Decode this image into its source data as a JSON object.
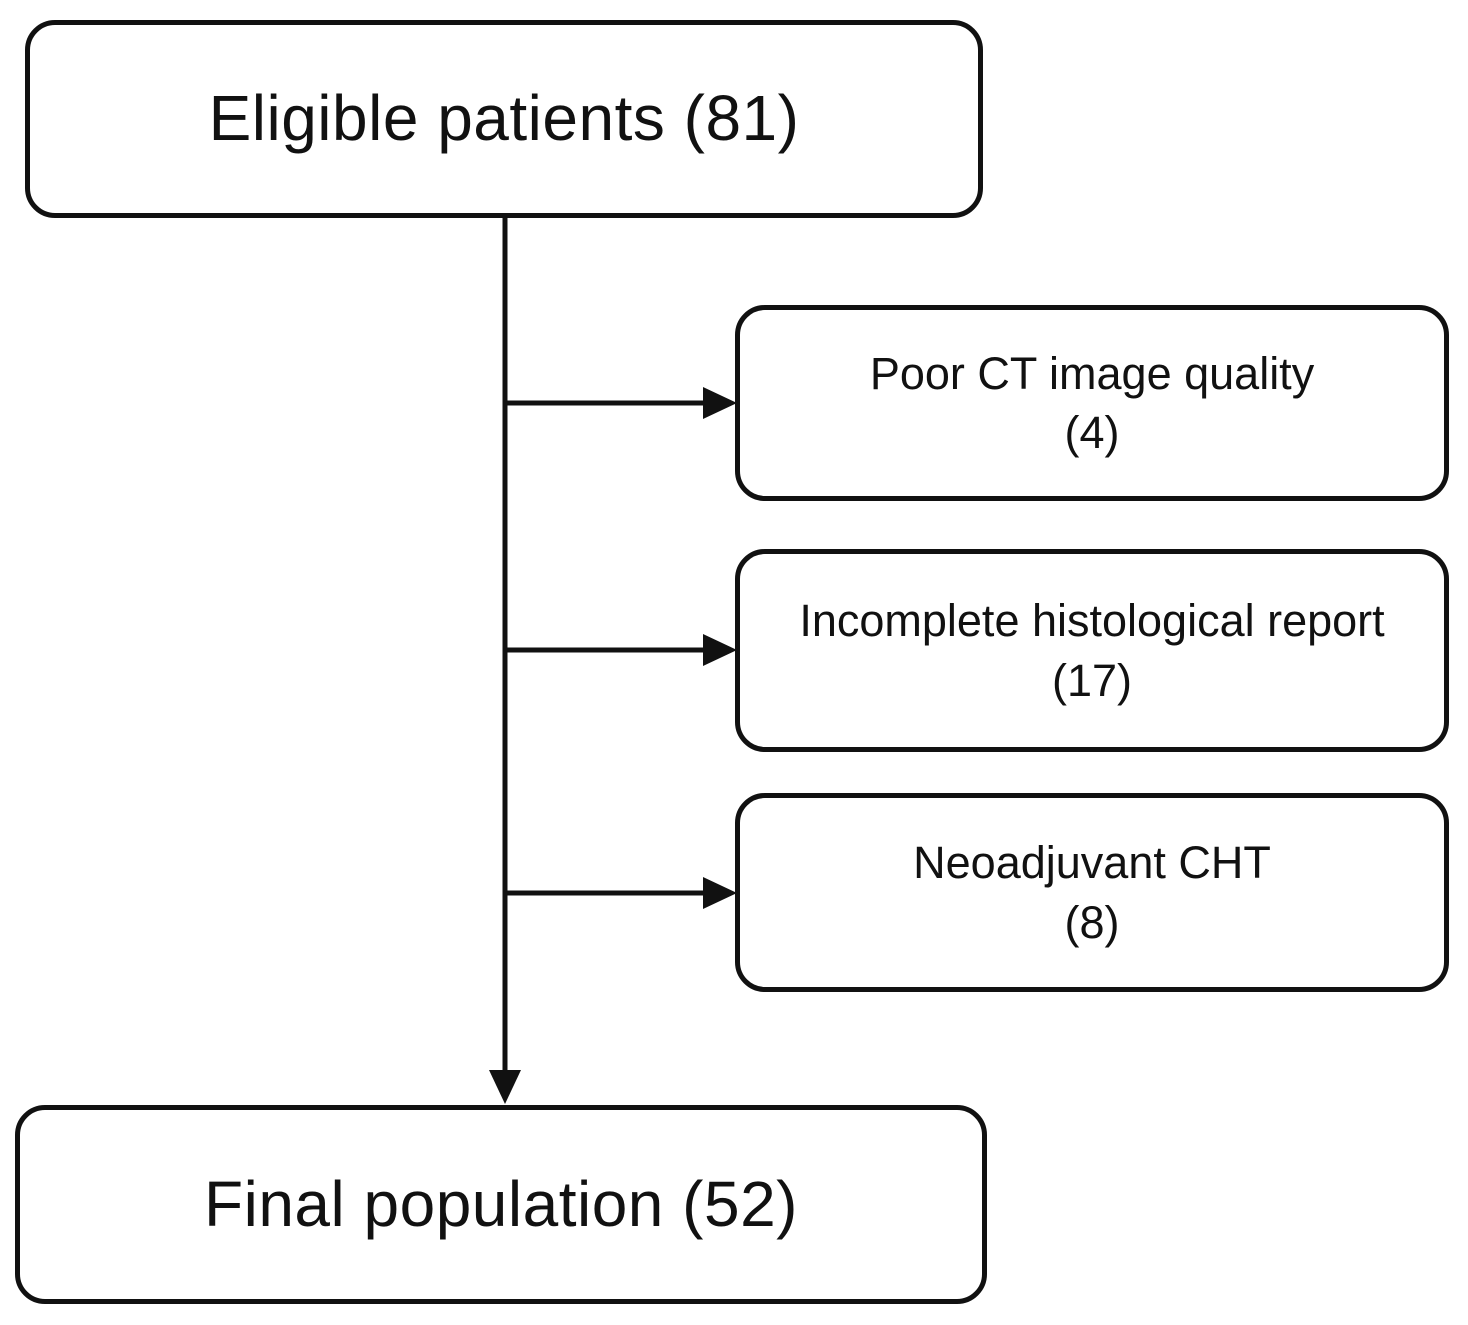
{
  "flowchart": {
    "eligible_box": {
      "label": "Eligible patients (81)"
    },
    "exclusions": [
      {
        "label": "Poor CT image quality",
        "count": "(4)"
      },
      {
        "label": "Incomplete histological report",
        "count": "(17)"
      },
      {
        "label": "Neoadjuvant CHT",
        "count": "(8)"
      }
    ],
    "final_box": {
      "label": "Final population (52)"
    },
    "colors": {
      "line": "#111111",
      "text": "#111111",
      "background": "#ffffff"
    }
  }
}
